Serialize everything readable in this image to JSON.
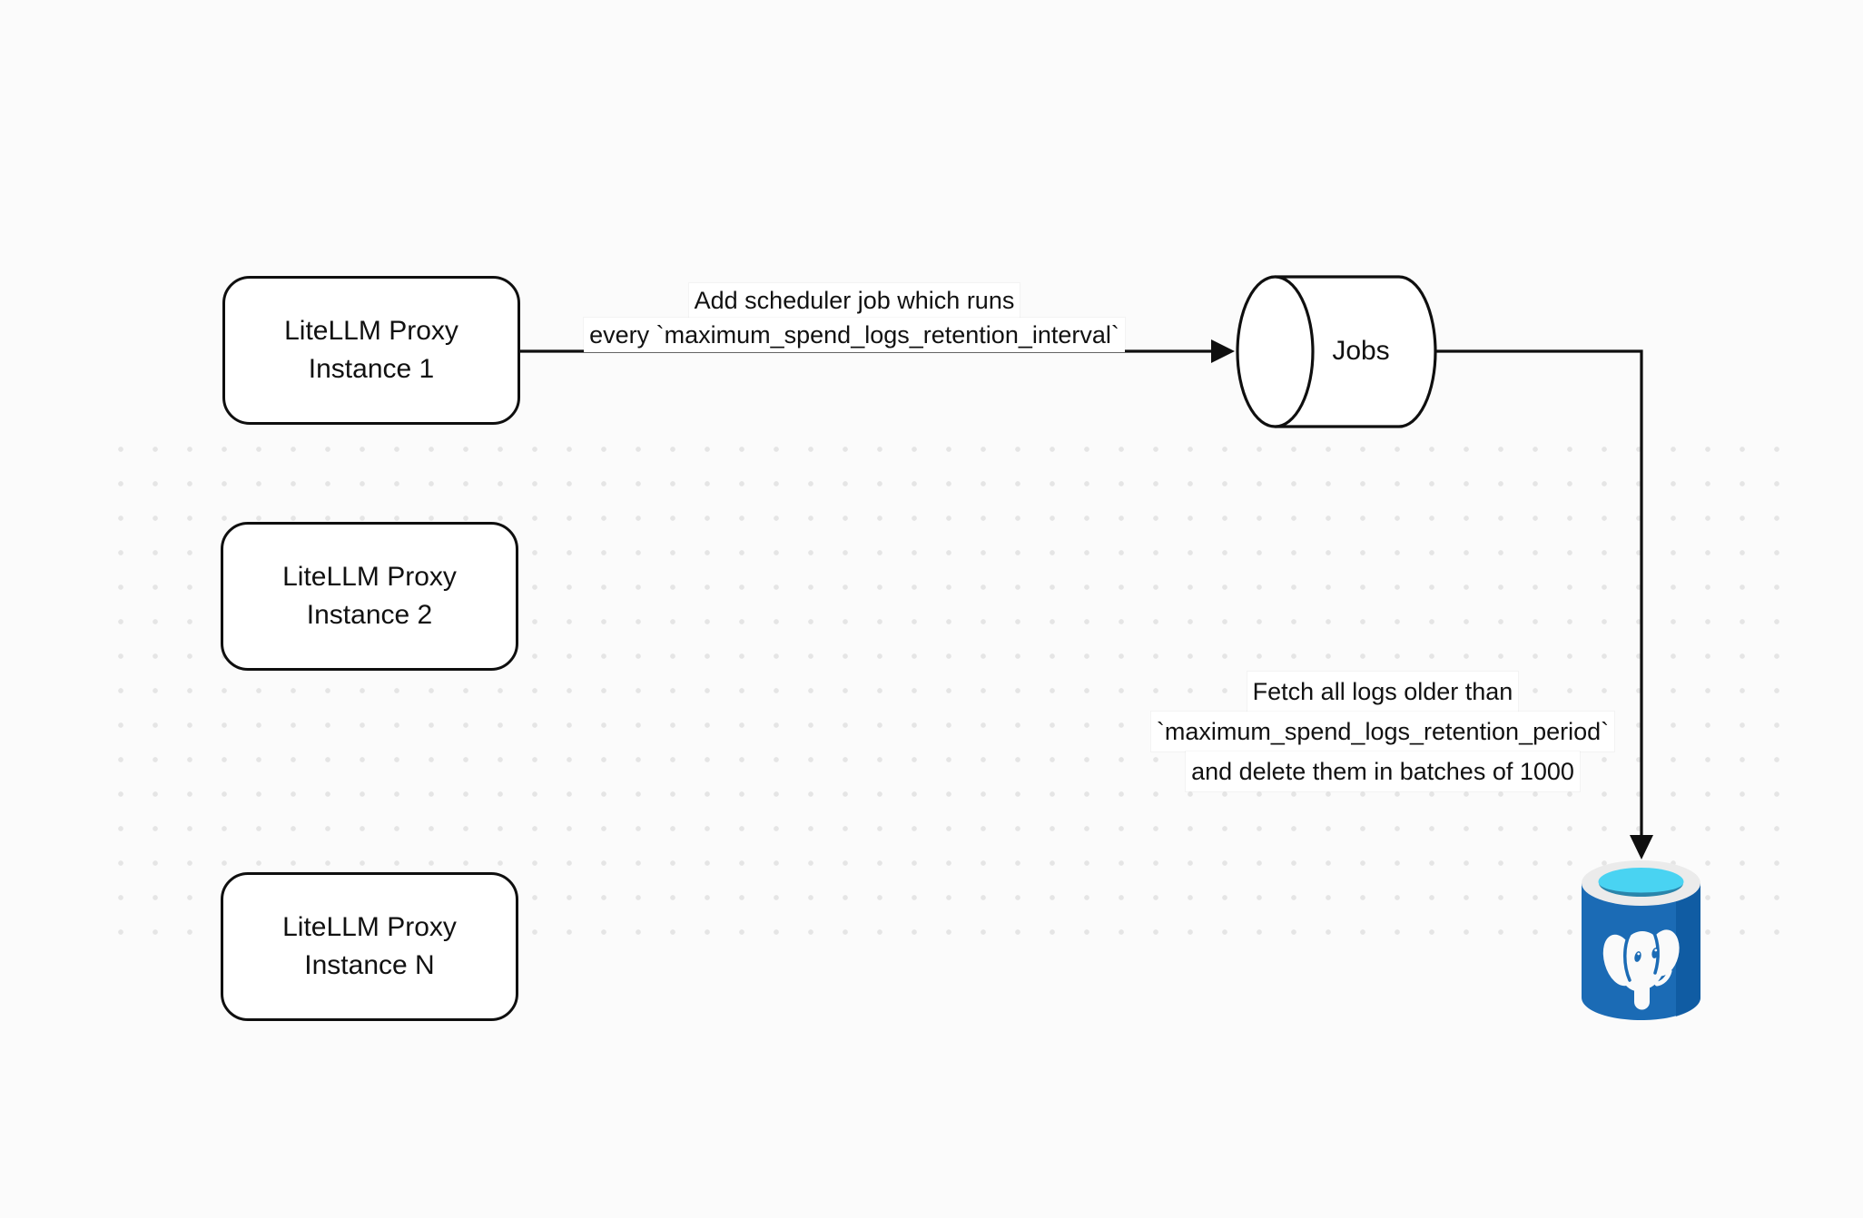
{
  "colors": {
    "background": "#fbfbfb",
    "dot": "#e5e5e5",
    "stroke": "#0f0f0f",
    "node_fill": "#ffffff",
    "text": "#111111",
    "pg_body": "#1b6bb5",
    "pg_body_dark": "#0d579e",
    "pg_rim": "#ebebeb",
    "pg_inner_cyan": "#49d3f2",
    "pg_inner_teal": "#2a85ab",
    "pg_elephant": "#fafafa"
  },
  "nodes": {
    "instance1": {
      "line1": "LiteLLM Proxy",
      "line2": "Instance 1"
    },
    "instance2": {
      "line1": "LiteLLM Proxy",
      "line2": "Instance 2"
    },
    "instanceN": {
      "line1": "LiteLLM Proxy",
      "line2": "Instance N"
    },
    "jobs": {
      "label": "Jobs"
    },
    "postgres": {
      "icon": "postgresql-database-icon"
    }
  },
  "edges": {
    "scheduler": {
      "line1": "Add scheduler job which runs",
      "line2": "every `maximum_spend_logs_retention_interval`"
    },
    "fetch": {
      "line1": "Fetch all logs older than",
      "line2": "`maximum_spend_logs_retention_period`",
      "line3": "and delete them in batches of 1000"
    }
  }
}
